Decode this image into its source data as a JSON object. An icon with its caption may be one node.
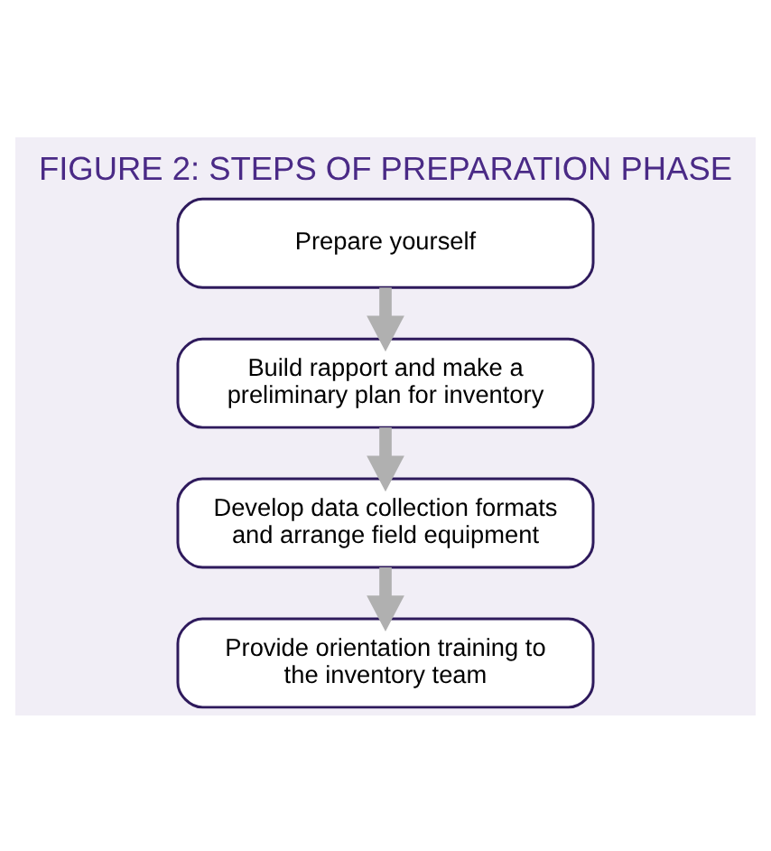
{
  "diagram": {
    "title": "FIGURE 2: STEPS OF PREPARATION PHASE",
    "nodes": [
      {
        "text": [
          "Prepare yourself"
        ]
      },
      {
        "text": [
          "Build rapport and make a preliminary plan for inventory"
        ]
      },
      {
        "text": [
          "Develop data collection formats and arrange field equipment"
        ]
      },
      {
        "text": [
          "Provide orientation training to the inventory team"
        ]
      }
    ],
    "edges": [
      {
        "from": 0,
        "to": 1,
        "arrow": "to"
      },
      {
        "from": 1,
        "to": 2,
        "arrow": "to"
      },
      {
        "from": 2,
        "to": 3,
        "arrow": "to"
      }
    ]
  }
}
